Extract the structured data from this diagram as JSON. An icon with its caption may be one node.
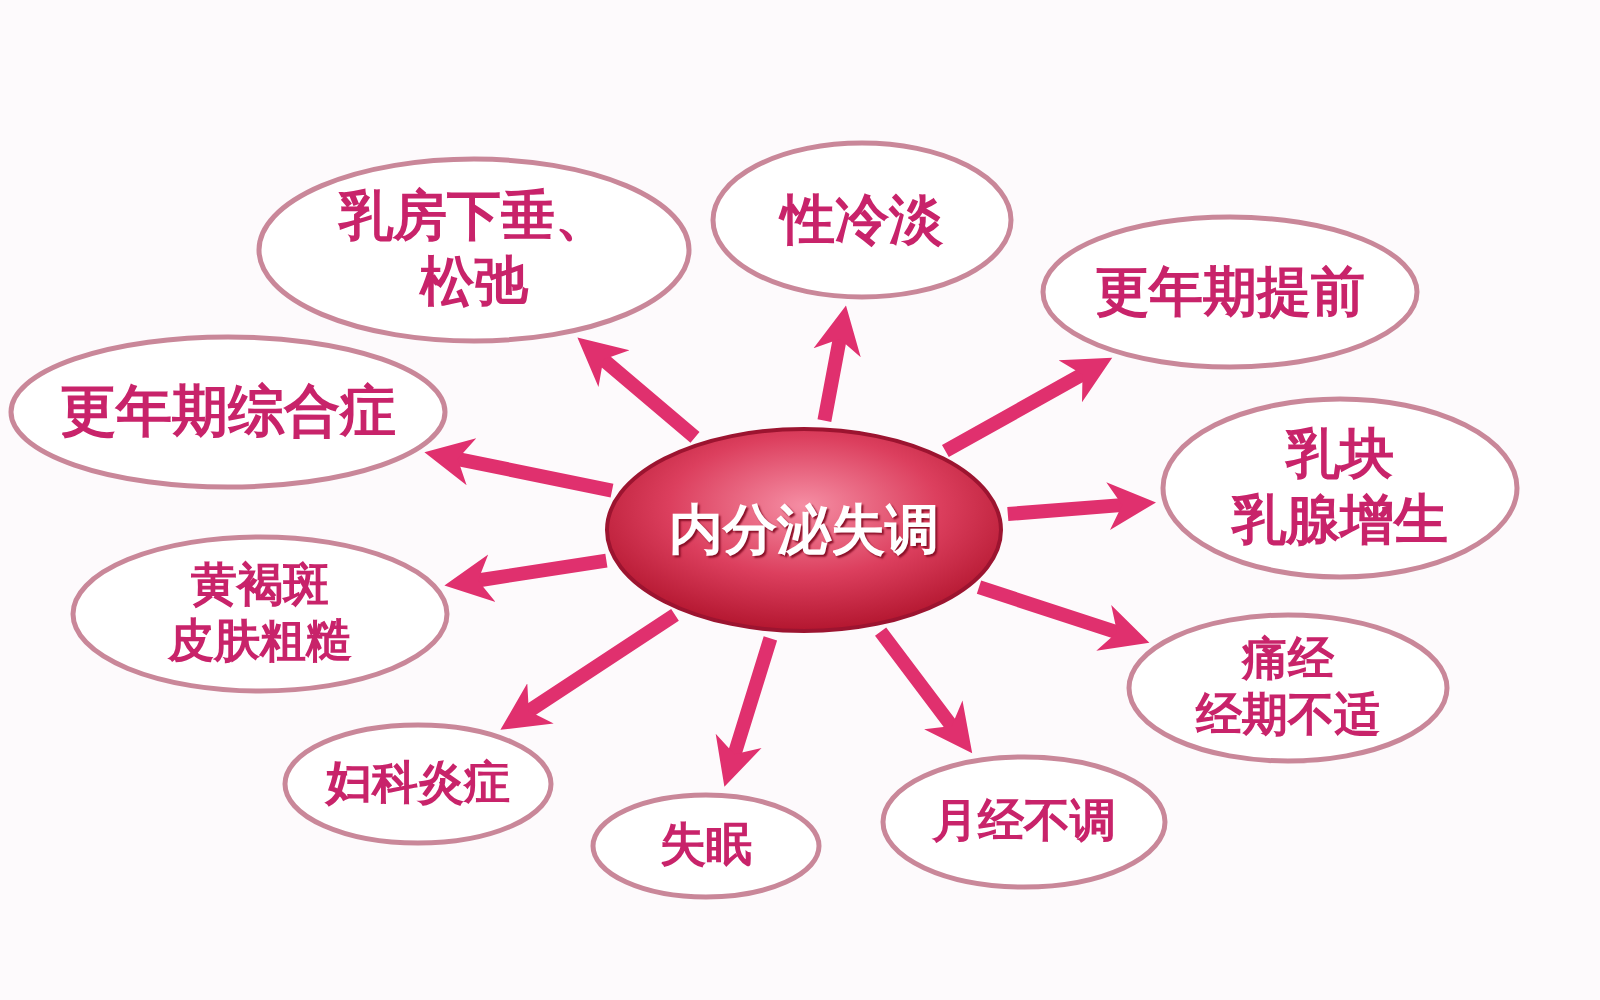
{
  "diagram": {
    "nodes": [
      {
        "text": [
          "内分泌失调"
        ]
      },
      {
        "text": [
          "乳房下垂、松弛"
        ]
      },
      {
        "text": [
          "性冷淡"
        ]
      },
      {
        "text": [
          "更年期提前"
        ]
      },
      {
        "text": [
          "更年期综合症"
        ]
      },
      {
        "text": [
          "乳块",
          "乳腺增生"
        ]
      },
      {
        "text": [
          "黄褐斑",
          "皮肤粗糙"
        ]
      },
      {
        "text": [
          "痛经",
          "经期不适"
        ]
      },
      {
        "text": [
          "妇科炎症"
        ]
      },
      {
        "text": [
          "失眠"
        ]
      },
      {
        "text": [
          "月经不调"
        ]
      }
    ],
    "edges": [
      {
        "from": 0,
        "to": 1,
        "arrow": "to"
      },
      {
        "from": 0,
        "to": 2,
        "arrow": "to"
      },
      {
        "from": 0,
        "to": 3,
        "arrow": "to"
      },
      {
        "from": 0,
        "to": 4,
        "arrow": "to"
      },
      {
        "from": 0,
        "to": 5,
        "arrow": "to"
      },
      {
        "from": 0,
        "to": 6,
        "arrow": "to"
      },
      {
        "from": 0,
        "to": 7,
        "arrow": "to"
      },
      {
        "from": 0,
        "to": 8,
        "arrow": "to"
      },
      {
        "from": 0,
        "to": 9,
        "arrow": "to"
      },
      {
        "from": 0,
        "to": 10,
        "arrow": "to"
      }
    ]
  }
}
